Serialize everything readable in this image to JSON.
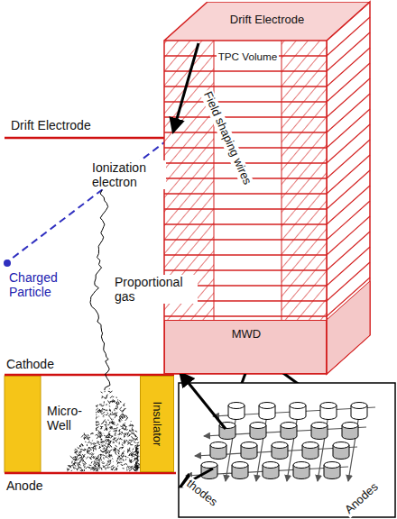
{
  "diagram": {
    "nodes": [
      {
        "text": [
          "Drift Electrode"
        ]
      },
      {
        "text": [
          "TPC Volume"
        ]
      },
      {
        "text": [
          "MWD"
        ]
      },
      {
        "text": [
          "Insulator"
        ]
      }
    ],
    "labels": [
      "Drift Electrode",
      "Ionization electron",
      "Charged Particle",
      "Proportional gas",
      "Cathode",
      "Micro-Well",
      "Anode",
      "Field shaping wires",
      "thodes",
      "Anodes"
    ]
  }
}
